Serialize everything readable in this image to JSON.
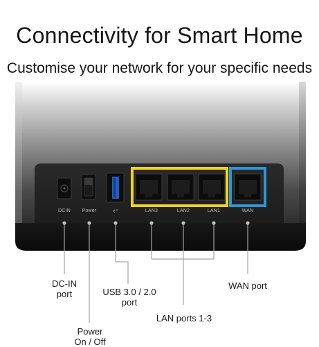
{
  "headline": "Connectivity for Smart Home",
  "subheadline": "Customise your network for your specific needs",
  "port_labels": {
    "dcin": "DCIN",
    "power": "Power",
    "usb": "⭁",
    "lan3": "LAN3",
    "lan2": "LAN2",
    "lan1": "LAN1",
    "wan": "WAN"
  },
  "callouts": {
    "dcin_line1": "DC-IN",
    "dcin_line2": "port",
    "power_line1": "Power",
    "power_line2": "On / Off",
    "usb_line1": "USB 3.0 / 2.0",
    "usb_line2": "port",
    "lan": "LAN ports 1-3",
    "wan": "WAN port"
  },
  "colors": {
    "lan_highlight": "#f1d21f",
    "wan_highlight": "#2f95d6",
    "device_body": "#2b2b2b",
    "usb_port": "#1f5fbf"
  }
}
